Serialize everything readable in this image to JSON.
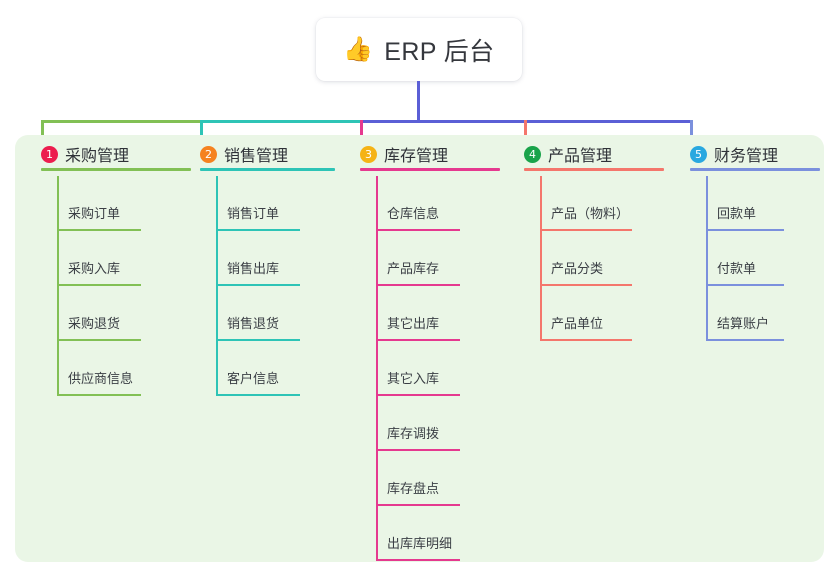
{
  "root": {
    "icon": "thumbs-up-icon",
    "emoji": "👍",
    "title": "ERP 后台"
  },
  "theme": {
    "panel_bg": "#eaf6e6",
    "page_bg": "#ffffff",
    "root_link": "#5b5fd6"
  },
  "columns": [
    {
      "number": "1",
      "title": "采购管理",
      "color": "#82c055",
      "badge_color": "#ec1d4e",
      "items": [
        "采购订单",
        "采购入库",
        "采购退货",
        "供应商信息"
      ]
    },
    {
      "number": "2",
      "title": "销售管理",
      "color": "#2ec4b6",
      "badge_color": "#f58220",
      "items": [
        "销售订单",
        "销售出库",
        "销售退货",
        "客户信息"
      ]
    },
    {
      "number": "3",
      "title": "库存管理",
      "color": "#e5398f",
      "badge_color": "#f5b316",
      "items": [
        "仓库信息",
        "产品库存",
        "其它出库",
        "其它入库",
        "库存调拨",
        "库存盘点",
        "出库库明细"
      ]
    },
    {
      "number": "4",
      "title": "产品管理",
      "color": "#f4766c",
      "badge_color": "#19a34a",
      "items": [
        "产品（物料）",
        "产品分类",
        "产品单位"
      ]
    },
    {
      "number": "5",
      "title": "财务管理",
      "color": "#7b90dd",
      "badge_color": "#29a8e0",
      "items": [
        "回款单",
        "付款单",
        "结算账户"
      ]
    }
  ]
}
